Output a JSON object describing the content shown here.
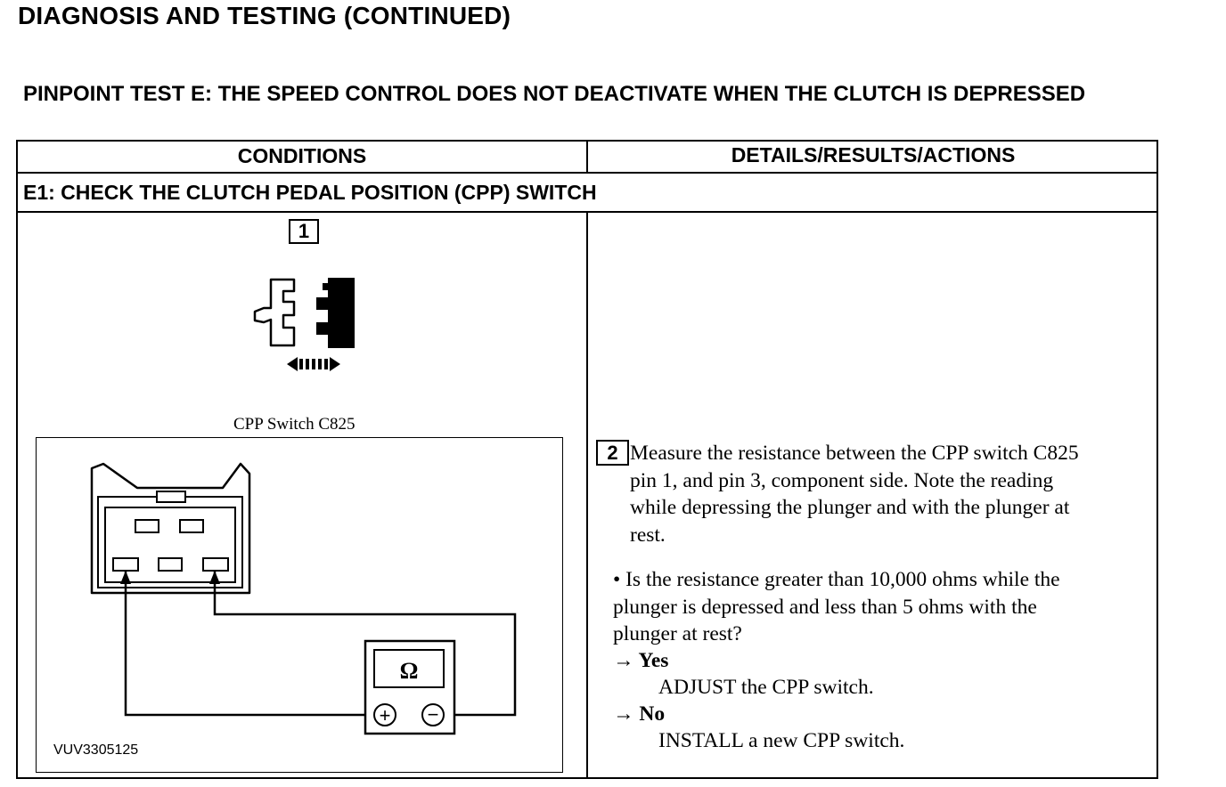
{
  "page": {
    "title": "DIAGNOSIS AND TESTING (CONTINUED)",
    "test_title": "PINPOINT TEST E: THE SPEED CONTROL DOES NOT DEACTIVATE WHEN THE CLUTCH IS DEPRESSED"
  },
  "table": {
    "col_conditions": "CONDITIONS",
    "col_details": "DETAILS/RESULTS/ACTIONS",
    "step_heading": "E1: CHECK THE CLUTCH PEDAL POSITION (CPP) SWITCH"
  },
  "conditions": {
    "step1_number": "1",
    "connector_label": "CPP Switch C825",
    "figure_id": "VUV3305125",
    "meter_symbol": "Ω",
    "plus_symbol": "+",
    "minus_symbol": "−"
  },
  "details": {
    "step2_number": "2",
    "instruction": "Measure the resistance between the CPP switch C825\npin 1, and pin 3, component side. Note the reading\nwhile depressing the plunger and with the plunger at\nrest.",
    "question": "• Is the resistance greater than 10,000 ohms while the\nplunger is depressed and less than 5 ohms with the\nplunger at rest?",
    "yes_label": "→ Yes",
    "yes_action": "ADJUST the CPP switch.",
    "no_label": "→ No",
    "no_action": "INSTALL a new CPP switch."
  }
}
